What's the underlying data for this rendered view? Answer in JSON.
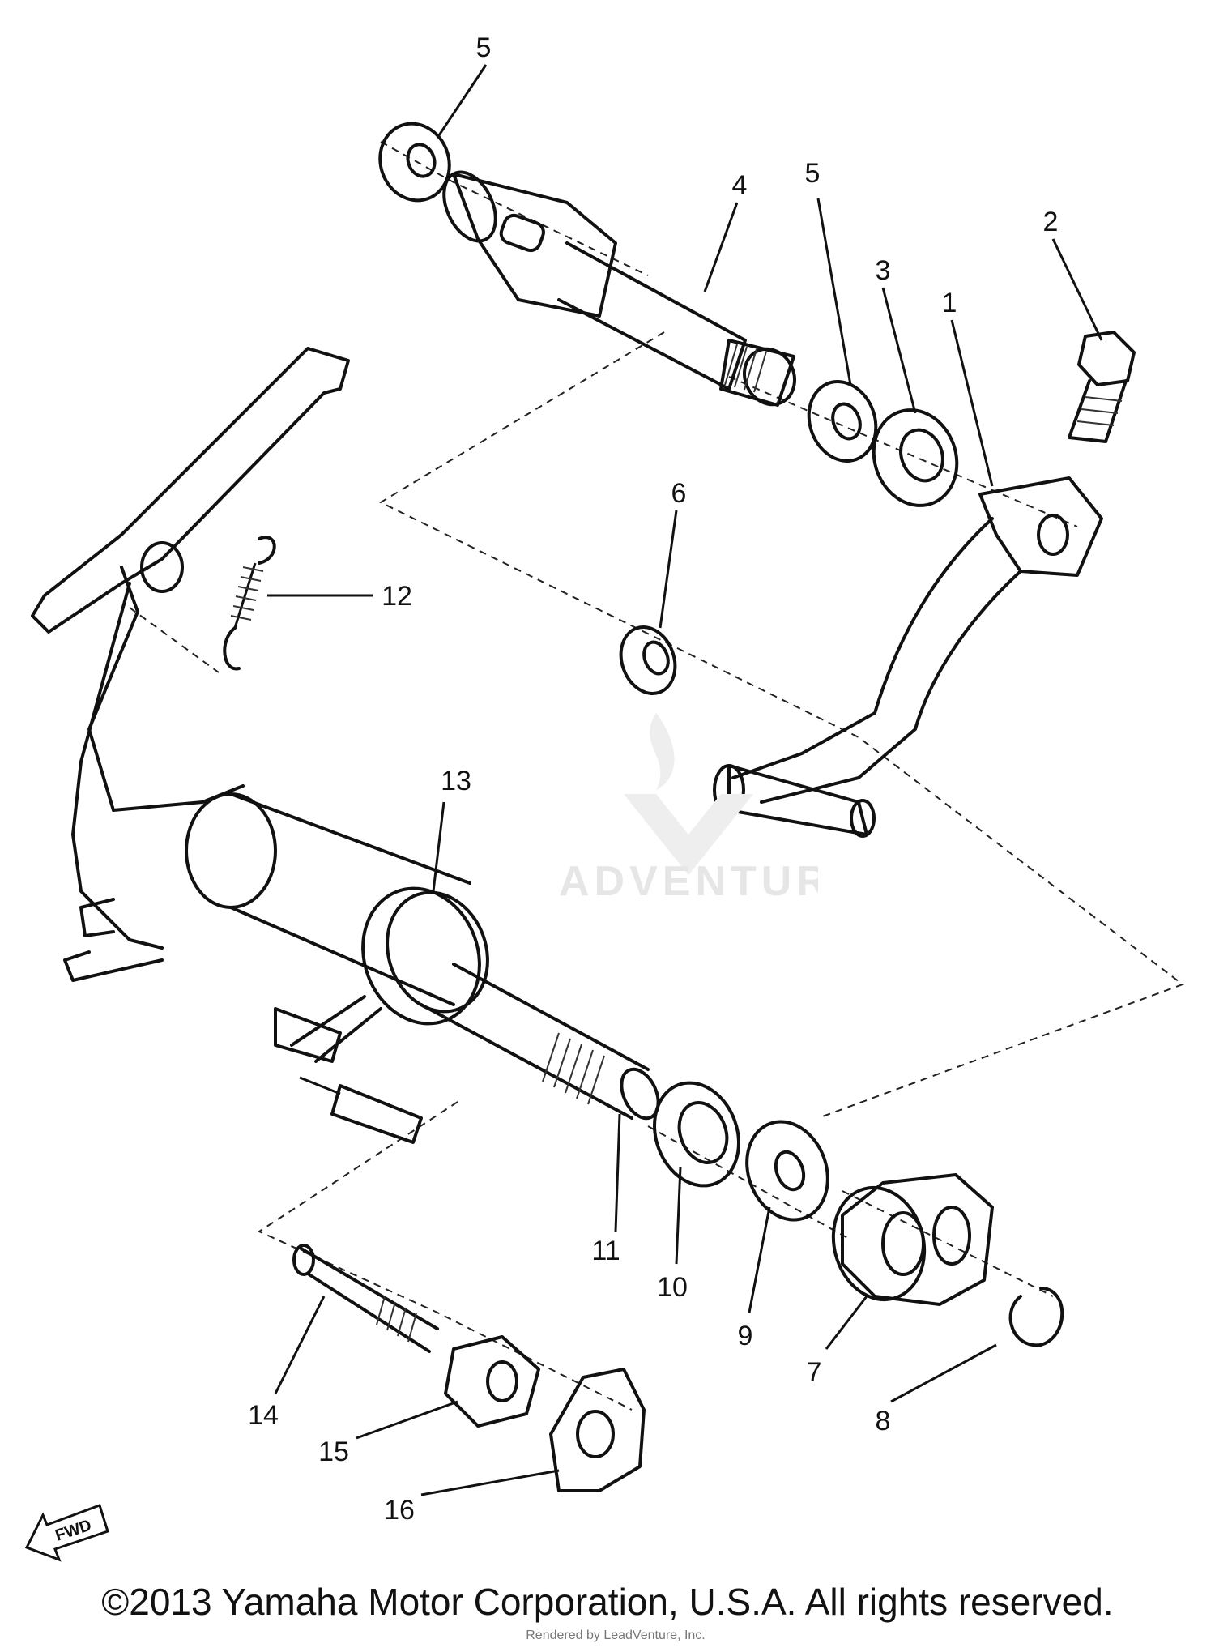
{
  "part_labels": [
    {
      "id": "1",
      "text": "1"
    },
    {
      "id": "2",
      "text": "2"
    },
    {
      "id": "3",
      "text": "3"
    },
    {
      "id": "4",
      "text": "4"
    },
    {
      "id": "5a",
      "text": "5"
    },
    {
      "id": "5b",
      "text": "5"
    },
    {
      "id": "6",
      "text": "6"
    },
    {
      "id": "7",
      "text": "7"
    },
    {
      "id": "8",
      "text": "8"
    },
    {
      "id": "9",
      "text": "9"
    },
    {
      "id": "10",
      "text": "10"
    },
    {
      "id": "11",
      "text": "11"
    },
    {
      "id": "12",
      "text": "12"
    },
    {
      "id": "13",
      "text": "13"
    },
    {
      "id": "14",
      "text": "14"
    },
    {
      "id": "15",
      "text": "15"
    },
    {
      "id": "16",
      "text": "16"
    }
  ],
  "direction_marker": "FWD",
  "watermark_text": "ADVENTURE",
  "footer_credit": "Rendered by LeadVenture, Inc.",
  "copyright": "©2013 Yamaha Motor Corporation, U.S.A. All rights reserved."
}
